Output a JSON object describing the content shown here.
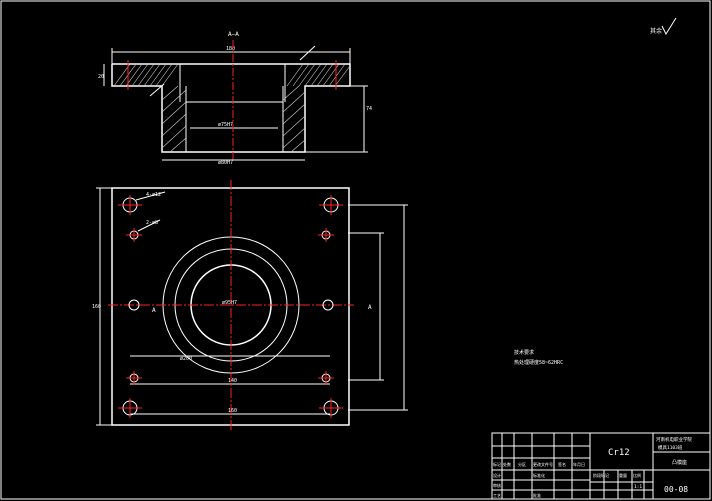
{
  "section_view": {
    "title": "A—A",
    "dim_top_width": "180",
    "dim_flange_height": "20",
    "dim_total_height": "74",
    "dim_bore": "ø75H7",
    "dim_bottom": "ø80H7"
  },
  "plan_view": {
    "dim_overall_width": "160",
    "dim_hole_spacing": "140",
    "dim_overall_height": "160",
    "dim_center_bore": "ø95H7",
    "dim_pcd": "ø200",
    "dim_hole_label_1": "4-ø12",
    "dim_hole_label_2": "2-ø8",
    "section_mark": "A",
    "section_mark_2": "A"
  },
  "tech_requirements": {
    "heading": "技术要求",
    "line1": "热处理硬度58~62HRC"
  },
  "roughness_note": "其余",
  "title_block": {
    "material": "Cr12",
    "school": "河南机电职业学院",
    "class_name": "模具1103班",
    "part_name": "凸模座",
    "drawing_no": "00-08",
    "scale": "1:1",
    "labels": [
      "标记",
      "处数",
      "分区",
      "更改文件号",
      "签名",
      "年月日"
    ],
    "labels2": [
      "设计",
      "标准化",
      "阶段标记",
      "重量",
      "比例"
    ],
    "labels3": [
      "审核",
      "工艺",
      "批准"
    ]
  },
  "colors": {
    "background": "#000000",
    "outline": "#ffffff",
    "centerline": "#ff2020"
  }
}
